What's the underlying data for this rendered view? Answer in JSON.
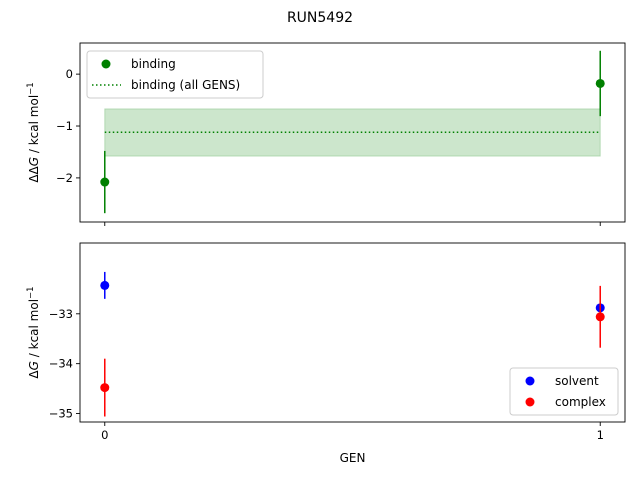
{
  "title": "RUN5492",
  "colors": {
    "binding": "#008000",
    "band": "#008000",
    "solvent": "#0000ff",
    "complex": "#ff0000"
  },
  "chart_data": [
    {
      "type": "scatter",
      "ylabel": "ΔΔG / kcal mol⁻¹",
      "ylabel_main": "ΔΔ",
      "ylabel_var": "G",
      "ylabel_unit": " / kcal mol",
      "ylabel_exp": "−1",
      "xlim": [
        -0.05,
        1.05
      ],
      "ylim": [
        -2.85,
        0.6
      ],
      "yticks": [
        0,
        -1,
        -2
      ],
      "ytick_labels": [
        "0",
        "−1",
        "−2"
      ],
      "series": [
        {
          "name": "binding",
          "color": "#008000",
          "points": [
            {
              "x": 0,
              "y": -2.08,
              "err": 0.6
            },
            {
              "x": 1,
              "y": -0.18,
              "err": 0.63
            }
          ]
        }
      ],
      "reference": {
        "name": "binding (all GENS)",
        "y": -1.12,
        "band": [
          -1.58,
          -0.67
        ],
        "x": [
          0,
          1
        ]
      },
      "legend": {
        "position": "top-left",
        "entries": [
          "binding",
          "binding (all GENS)"
        ]
      }
    },
    {
      "type": "scatter",
      "ylabel_main": "Δ",
      "ylabel_var": "G",
      "ylabel_unit": " / kcal mol",
      "ylabel_exp": "−1",
      "xlabel": "GEN",
      "xlim": [
        -0.05,
        1.05
      ],
      "ylim": [
        -35.17,
        -31.58
      ],
      "xticks": [
        0,
        1
      ],
      "xtick_labels": [
        "0",
        "1"
      ],
      "yticks": [
        -33,
        -34,
        -35
      ],
      "ytick_labels": [
        "−33",
        "−34",
        "−35"
      ],
      "series": [
        {
          "name": "solvent",
          "color": "#0000ff",
          "points": [
            {
              "x": 0,
              "y": -32.43,
              "err": 0.27
            },
            {
              "x": 1,
              "y": -32.88,
              "err": 0.06
            }
          ]
        },
        {
          "name": "complex",
          "color": "#ff0000",
          "points": [
            {
              "x": 0,
              "y": -34.48,
              "err": 0.58
            },
            {
              "x": 1,
              "y": -33.06,
              "err": 0.62
            }
          ]
        }
      ],
      "legend": {
        "position": "bottom-right",
        "entries": [
          "solvent",
          "complex"
        ]
      }
    }
  ]
}
